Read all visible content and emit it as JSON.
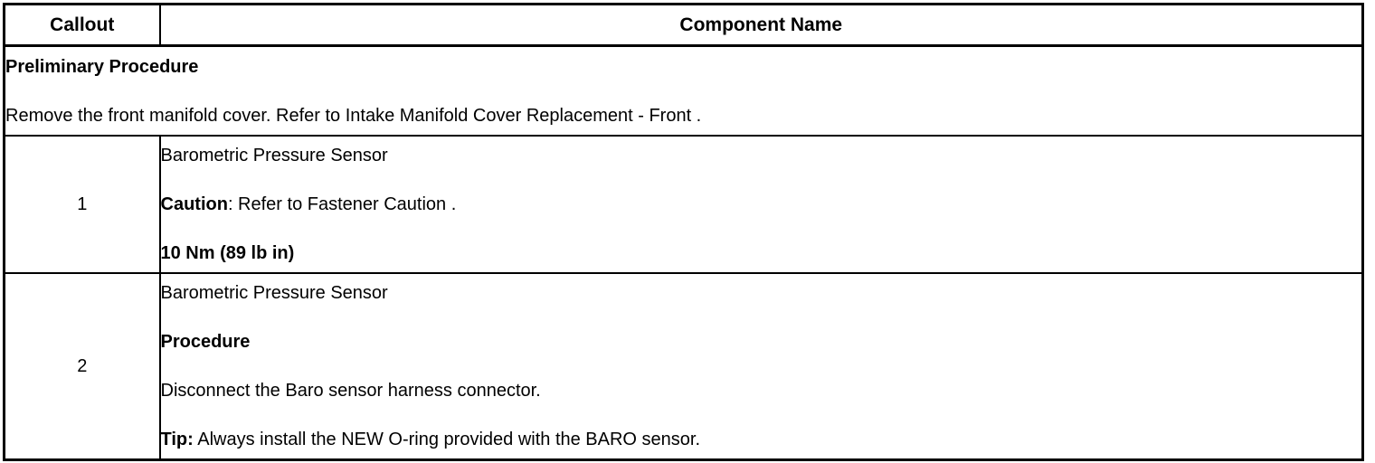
{
  "table": {
    "headers": {
      "callout": "Callout",
      "component_name": "Component Name"
    },
    "preliminary": {
      "title": "Preliminary Procedure",
      "body": "Remove the front manifold cover. Refer to Intake Manifold Cover Replacement - Front ."
    },
    "rows": [
      {
        "callout": "1",
        "lines": [
          {
            "bold_prefix": "",
            "text": "Barometric Pressure Sensor"
          },
          {
            "bold_prefix": "Caution",
            "text": ": Refer to Fastener Caution ."
          },
          {
            "bold_prefix": "10 Nm (89 lb in)",
            "text": ""
          }
        ]
      },
      {
        "callout": "2",
        "lines": [
          {
            "bold_prefix": "",
            "text": "Barometric Pressure Sensor"
          },
          {
            "bold_prefix": "Procedure",
            "text": ""
          },
          {
            "bold_prefix": "",
            "text": "Disconnect the Baro sensor harness connector."
          },
          {
            "bold_prefix": "Tip:",
            "text": " Always install the NEW O-ring provided with the BARO sensor."
          }
        ]
      }
    ]
  },
  "colors": {
    "border": "#000000",
    "background": "#ffffff",
    "text": "#000000"
  }
}
